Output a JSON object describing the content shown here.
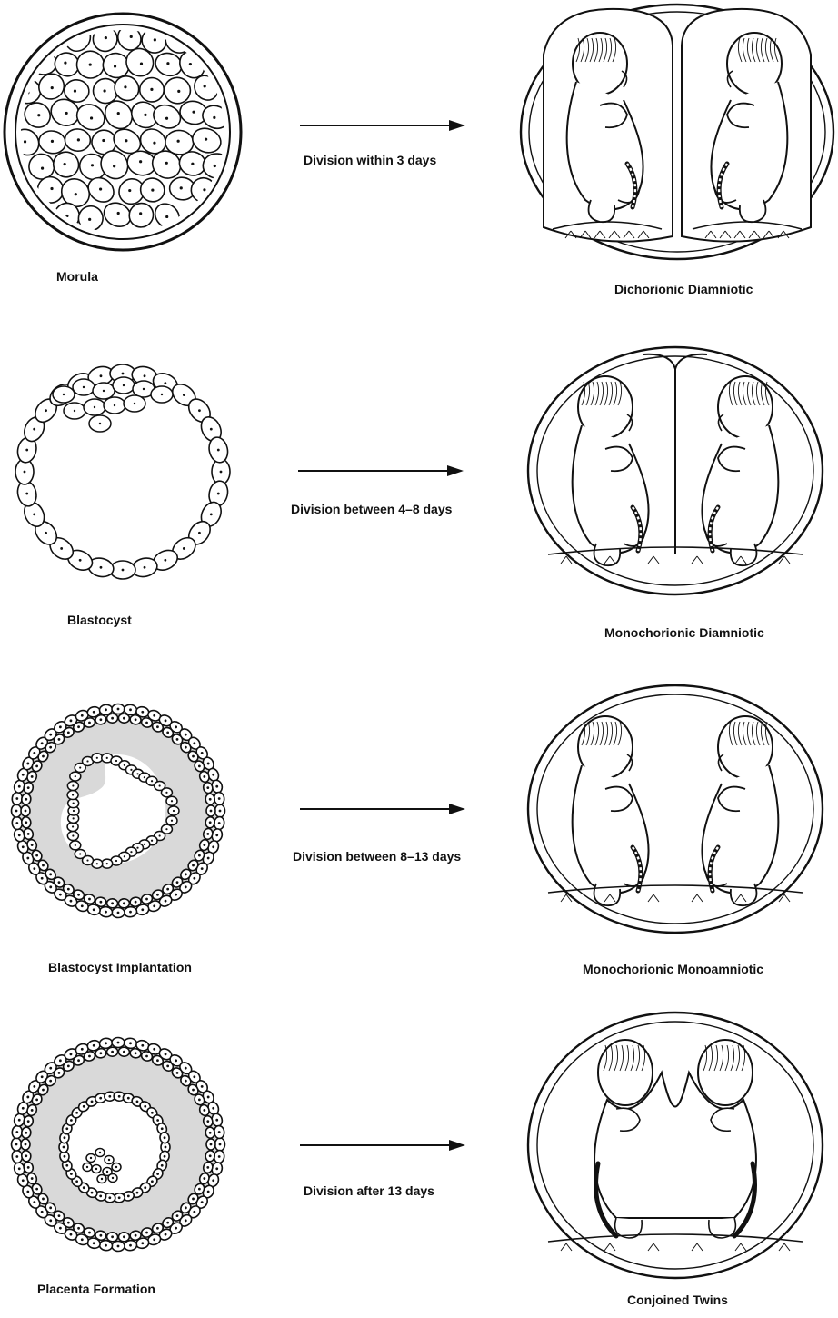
{
  "stages": [
    {
      "stage": "Morula",
      "division": "Division within 3 days",
      "result": "Dichorionic Diamniotic"
    },
    {
      "stage": "Blastocyst",
      "division": "Division between 4–8 days",
      "result": "Monochorionic Diamniotic"
    },
    {
      "stage": "Blastocyst Implantation",
      "division": "Division between 8–13 days",
      "result": "Monochorionic Monoamniotic"
    },
    {
      "stage": "Placenta Formation",
      "division": "Division after 13 days",
      "result": "Conjoined Twins"
    }
  ],
  "colors": {
    "line": "#111111",
    "fill_gray": "#d9d9d9",
    "background": "#ffffff"
  }
}
